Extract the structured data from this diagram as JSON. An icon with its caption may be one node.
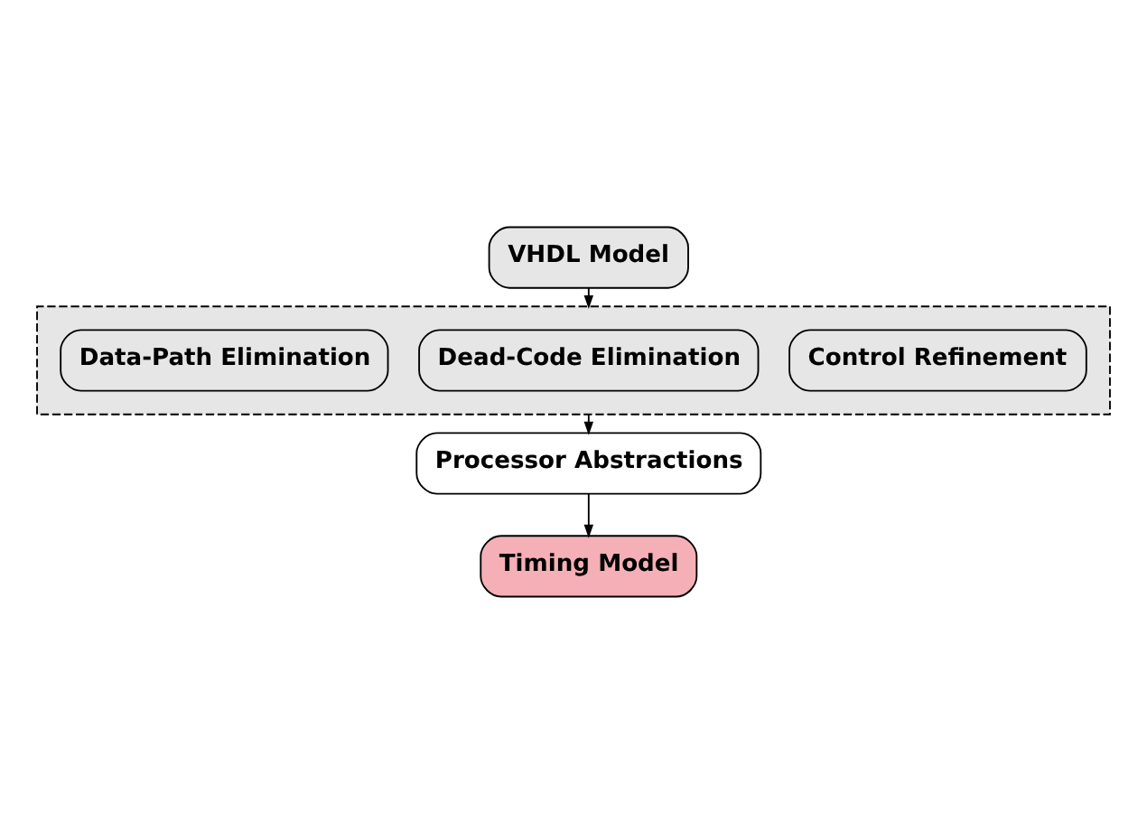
{
  "diagram": {
    "nodes": [
      {
        "text": [
          "VHDL Model"
        ]
      },
      {
        "text": [],
        "shape": "box"
      },
      {
        "text": [
          "Control Refinement"
        ],
        "in": 1
      },
      {
        "text": [
          "Dead-Code Elimination"
        ],
        "in": 1
      },
      {
        "text": [
          "Data-Path Elimination"
        ],
        "in": 1
      },
      {
        "text": [
          "Processor Abstractions"
        ]
      },
      {
        "text": [
          "Timing Model"
        ]
      }
    ],
    "edges": [
      {
        "from": 0,
        "to": 1,
        "arrow": "to"
      },
      {
        "from": 1,
        "to": 5,
        "arrow": "to"
      },
      {
        "from": 5,
        "to": 6,
        "arrow": "to"
      }
    ]
  }
}
